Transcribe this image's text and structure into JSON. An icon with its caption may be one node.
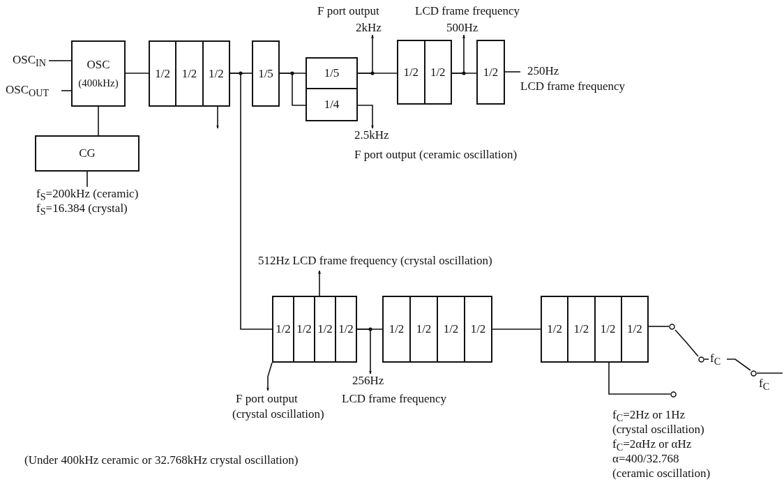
{
  "diagram": {
    "caption": "(Under 400kHz ceramic or 32.768kHz crystal oscillation)",
    "nodes": [
      {
        "text": [
          "OSC",
          "(400kHz)"
        ]
      },
      {
        "text": [
          "CG"
        ]
      },
      {
        "text": [
          "1/2",
          "1/2",
          "1/2"
        ]
      },
      {
        "text": [
          "1/5"
        ]
      },
      {
        "text": [
          "1/5"
        ]
      },
      {
        "text": [
          "1/4"
        ]
      },
      {
        "text": [
          "1/2",
          "1/2"
        ]
      },
      {
        "text": [
          "1/2"
        ]
      },
      {
        "text": [
          "1/2",
          "1/2",
          "1/2",
          "1/2"
        ]
      },
      {
        "text": [
          "1/2",
          "1/2",
          "1/2",
          "1/2"
        ]
      },
      {
        "text": [
          "1/2",
          "1/2",
          "1/2",
          "1/2"
        ]
      },
      {
        "text": [
          "OSC$_{IN}$"
        ]
      },
      {
        "text": [
          "OSC$_{OUT}$"
        ]
      },
      {
        "text": [
          "f$_{S}$=200kHz (ceramic)",
          "f$_{S}$=16.384 (crystal)"
        ]
      },
      {
        "text": [
          "F port output",
          "2kHz"
        ]
      },
      {
        "text": [
          "LCD frame frequency",
          "500Hz"
        ]
      },
      {
        "text": [
          "250Hz",
          "LCD frame frequency"
        ]
      },
      {
        "text": [
          "2.5kHz",
          "F port output (ceramic oscillation)"
        ]
      },
      {
        "text": [
          "512Hz LCD frame frequency (crystal oscillation)"
        ]
      },
      {
        "text": [
          "F port output",
          "(crystal oscillation)"
        ]
      },
      {
        "text": [
          "256Hz",
          "LCD frame frequency"
        ]
      },
      {
        "text": [],
        "shape": "circle"
      },
      {
        "text": [],
        "shape": "circle"
      },
      {
        "text": [],
        "shape": "circle"
      },
      {
        "text": [
          "f$_{C}$"
        ]
      },
      {
        "text": [],
        "shape": "circle"
      }
    ],
    "edges": [
      {
        "from": 11,
        "to": 0,
        "arrow": "none"
      },
      {
        "from": 12,
        "to": 0,
        "arrow": "none"
      },
      {
        "from": 0,
        "to": 1,
        "arrow": "none"
      },
      {
        "from": 1,
        "to": 13,
        "arrow": "none"
      },
      {
        "from": 0,
        "to": 2,
        "arrow": "none"
      },
      {
        "from": 2,
        "to": 3,
        "arrow": "none"
      },
      {
        "from": 2,
        "to": 8,
        "arrow": "none"
      },
      {
        "from": 3,
        "to": 4,
        "arrow": "none"
      },
      {
        "from": 3,
        "to": 5,
        "arrow": "none"
      },
      {
        "from": 4,
        "to": 6,
        "arrow": "none"
      },
      {
        "from": 4,
        "to": 14,
        "arrow": "to"
      },
      {
        "from": 6,
        "to": 7,
        "arrow": "none"
      },
      {
        "from": 6,
        "to": 15,
        "arrow": "to"
      },
      {
        "from": 7,
        "to": 16,
        "arrow": "none"
      },
      {
        "from": 5,
        "to": 17,
        "arrow": "to"
      },
      {
        "from": 2,
        "to": null,
        "arrow": "to"
      },
      {
        "from": 8,
        "to": 18,
        "arrow": "to"
      },
      {
        "from": 8,
        "to": 19,
        "arrow": "to"
      },
      {
        "from": 8,
        "to": 9,
        "arrow": "none"
      },
      {
        "from": 8,
        "to": 20,
        "arrow": "to"
      },
      {
        "from": 9,
        "to": 10,
        "arrow": "none"
      },
      {
        "from": 10,
        "to": 21,
        "arrow": "none"
      },
      {
        "from": 10,
        "to": 22,
        "arrow": "none"
      },
      {
        "from": 23,
        "to": 21,
        "arrow": "none"
      },
      {
        "from": 23,
        "to": 24,
        "arrow": "none"
      },
      {
        "from": 24,
        "to": 25,
        "arrow": "none"
      },
      {
        "from": 25,
        "to": null,
        "arrow": "none"
      }
    ],
    "labels": [
      "f$_{C}$",
      "f$_{C}$=2Hz or 1Hz",
      "(crystal oscillation)",
      "f$_{C}$=2αHz or αHz",
      "α=400/32.768",
      "(ceramic oscillation)"
    ]
  }
}
